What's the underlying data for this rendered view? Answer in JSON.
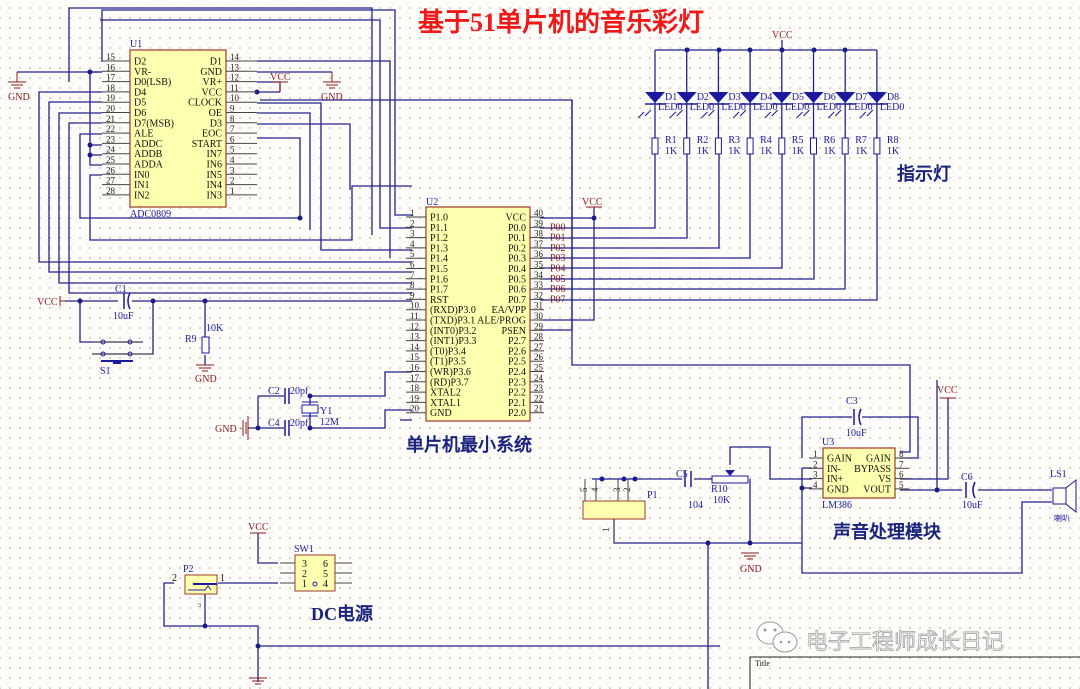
{
  "title": "基于51单片机的音乐彩灯",
  "sections": {
    "mcu": "单片机最小系统",
    "indicator": "指示灯",
    "audio": "声音处理模块",
    "power": "DC电源"
  },
  "net_labels": {
    "vcc": "VCC",
    "gnd": "GND",
    "gnd_dot": "GND ·"
  },
  "u1": {
    "ref": "U1",
    "part": "ADC0809",
    "left_pins": [
      {
        "num": "15",
        "name": "D2"
      },
      {
        "num": "16",
        "name": "VR-"
      },
      {
        "num": "17",
        "name": "D0(LSB)"
      },
      {
        "num": "18",
        "name": "D4"
      },
      {
        "num": "19",
        "name": "D5"
      },
      {
        "num": "20",
        "name": "D6"
      },
      {
        "num": "21",
        "name": "D7(MSB)"
      },
      {
        "num": "22",
        "name": "ALE"
      },
      {
        "num": "23",
        "name": "ADDC"
      },
      {
        "num": "24",
        "name": "ADDB"
      },
      {
        "num": "25",
        "name": "ADDA"
      },
      {
        "num": "26",
        "name": "IN0"
      },
      {
        "num": "27",
        "name": "IN1"
      },
      {
        "num": "28",
        "name": "IN2"
      }
    ],
    "right_pins": [
      {
        "num": "14",
        "name": "D1"
      },
      {
        "num": "13",
        "name": "GND"
      },
      {
        "num": "12",
        "name": "VR+"
      },
      {
        "num": "11",
        "name": "VCC"
      },
      {
        "num": "10",
        "name": "CLOCK"
      },
      {
        "num": "9",
        "name": "OE"
      },
      {
        "num": "8",
        "name": "D3"
      },
      {
        "num": "7",
        "name": "EOC"
      },
      {
        "num": "6",
        "name": "START"
      },
      {
        "num": "5",
        "name": "IN7"
      },
      {
        "num": "4",
        "name": "IN6"
      },
      {
        "num": "3",
        "name": "IN5"
      },
      {
        "num": "2",
        "name": "IN4"
      },
      {
        "num": "1",
        "name": "IN3"
      }
    ]
  },
  "u2": {
    "ref": "U2",
    "left_pins": [
      {
        "num": "1",
        "name": "P1.0"
      },
      {
        "num": "2",
        "name": "P1.1"
      },
      {
        "num": "3",
        "name": "P1.2"
      },
      {
        "num": "4",
        "name": "P1.3"
      },
      {
        "num": "5",
        "name": "P1.4"
      },
      {
        "num": "6",
        "name": "P1.5"
      },
      {
        "num": "7",
        "name": "P1.6"
      },
      {
        "num": "8",
        "name": "P1.7"
      },
      {
        "num": "9",
        "name": "RST"
      },
      {
        "num": "10",
        "name": "(RXD)P3.0"
      },
      {
        "num": "11",
        "name": "(TXD)P3.1"
      },
      {
        "num": "12",
        "name": "(INT0)P3.2"
      },
      {
        "num": "13",
        "name": "(INT1)P3.3"
      },
      {
        "num": "14",
        "name": "(T0)P3.4"
      },
      {
        "num": "15",
        "name": "(T1)P3.5"
      },
      {
        "num": "16",
        "name": "(WR)P3.6"
      },
      {
        "num": "17",
        "name": "(RD)P3.7"
      },
      {
        "num": "18",
        "name": "XTAL2"
      },
      {
        "num": "19",
        "name": "XTAL1"
      },
      {
        "num": "20",
        "name": "GND"
      }
    ],
    "right_pins": [
      {
        "num": "40",
        "name": "VCC",
        "net": ""
      },
      {
        "num": "39",
        "name": "P0.0",
        "net": "P00"
      },
      {
        "num": "38",
        "name": "P0.1",
        "net": "P01"
      },
      {
        "num": "37",
        "name": "P0.2",
        "net": "P02"
      },
      {
        "num": "36",
        "name": "P0.3",
        "net": "P03"
      },
      {
        "num": "35",
        "name": "P0.4",
        "net": "P04"
      },
      {
        "num": "34",
        "name": "P0.5",
        "net": "P05"
      },
      {
        "num": "33",
        "name": "P0.6",
        "net": "P06"
      },
      {
        "num": "32",
        "name": "P0.7",
        "net": "P07"
      },
      {
        "num": "31",
        "name": "EA/VPP",
        "net": ""
      },
      {
        "num": "30",
        "name": "ALE/PROG",
        "net": ""
      },
      {
        "num": "29",
        "name": "PSEN",
        "net": ""
      },
      {
        "num": "28",
        "name": "P2.7",
        "net": ""
      },
      {
        "num": "27",
        "name": "P2.6",
        "net": ""
      },
      {
        "num": "26",
        "name": "P2.5",
        "net": ""
      },
      {
        "num": "25",
        "name": "P2.4",
        "net": ""
      },
      {
        "num": "24",
        "name": "P2.3",
        "net": ""
      },
      {
        "num": "23",
        "name": "P2.2",
        "net": ""
      },
      {
        "num": "22",
        "name": "P2.1",
        "net": ""
      },
      {
        "num": "21",
        "name": "P2.0",
        "net": ""
      }
    ]
  },
  "u3": {
    "ref": "U3",
    "part": "LM386",
    "left_pins": [
      {
        "num": "1",
        "name": "GAIN"
      },
      {
        "num": "2",
        "name": "IN-"
      },
      {
        "num": "3",
        "name": "IN+"
      },
      {
        "num": "4",
        "name": "GND"
      }
    ],
    "right_pins": [
      {
        "num": "8",
        "name": "GAIN"
      },
      {
        "num": "7",
        "name": "BYPASS"
      },
      {
        "num": "6",
        "name": "VS"
      },
      {
        "num": "5",
        "name": "VOUT"
      }
    ]
  },
  "leds": [
    {
      "ref": "D1",
      "value": "LED0"
    },
    {
      "ref": "D2",
      "value": "LED0"
    },
    {
      "ref": "D3",
      "value": "LED0"
    },
    {
      "ref": "D4",
      "value": "LED0"
    },
    {
      "ref": "D5",
      "value": "LED0"
    },
    {
      "ref": "D6",
      "value": "LED0"
    },
    {
      "ref": "D7",
      "value": "LED0"
    },
    {
      "ref": "D8",
      "value": "LED0"
    }
  ],
  "led_resistors": [
    {
      "ref": "R1",
      "value": "1K"
    },
    {
      "ref": "R2",
      "value": "1K"
    },
    {
      "ref": "R3",
      "value": "1K"
    },
    {
      "ref": "R4",
      "value": "1K"
    },
    {
      "ref": "R5",
      "value": "1K"
    },
    {
      "ref": "R6",
      "value": "1K"
    },
    {
      "ref": "R7",
      "value": "1K"
    },
    {
      "ref": "R8",
      "value": "1K"
    }
  ],
  "components": {
    "c1": {
      "ref": "C1",
      "value": "10uF"
    },
    "c2": {
      "ref": "C2",
      "value": "20pf"
    },
    "c3": {
      "ref": "C3",
      "value": "10uF"
    },
    "c4": {
      "ref": "C4",
      "value": "20pf"
    },
    "c5": {
      "ref": "C5",
      "value": "104"
    },
    "c6": {
      "ref": "C6",
      "value": "10uF"
    },
    "r9": {
      "ref": "R9",
      "value": "10K"
    },
    "r10": {
      "ref": "R10",
      "value": "10K"
    },
    "y1": {
      "ref": "Y1",
      "value": "12M"
    },
    "s1": {
      "ref": "S1"
    },
    "sw1": {
      "ref": "SW1",
      "pins": [
        "3",
        "2",
        "1",
        "6",
        "5",
        "4"
      ]
    },
    "p1": {
      "ref": "P1",
      "pins": [
        "5",
        "4",
        "3",
        "2",
        "1"
      ]
    },
    "p2": {
      "ref": "P2",
      "pins": [
        "2",
        "1",
        "3"
      ]
    },
    "ls1": {
      "ref": "LS1",
      "value": "喇叭"
    }
  },
  "title_block": {
    "label": "Title"
  },
  "watermark": "电子工程师成长日记"
}
